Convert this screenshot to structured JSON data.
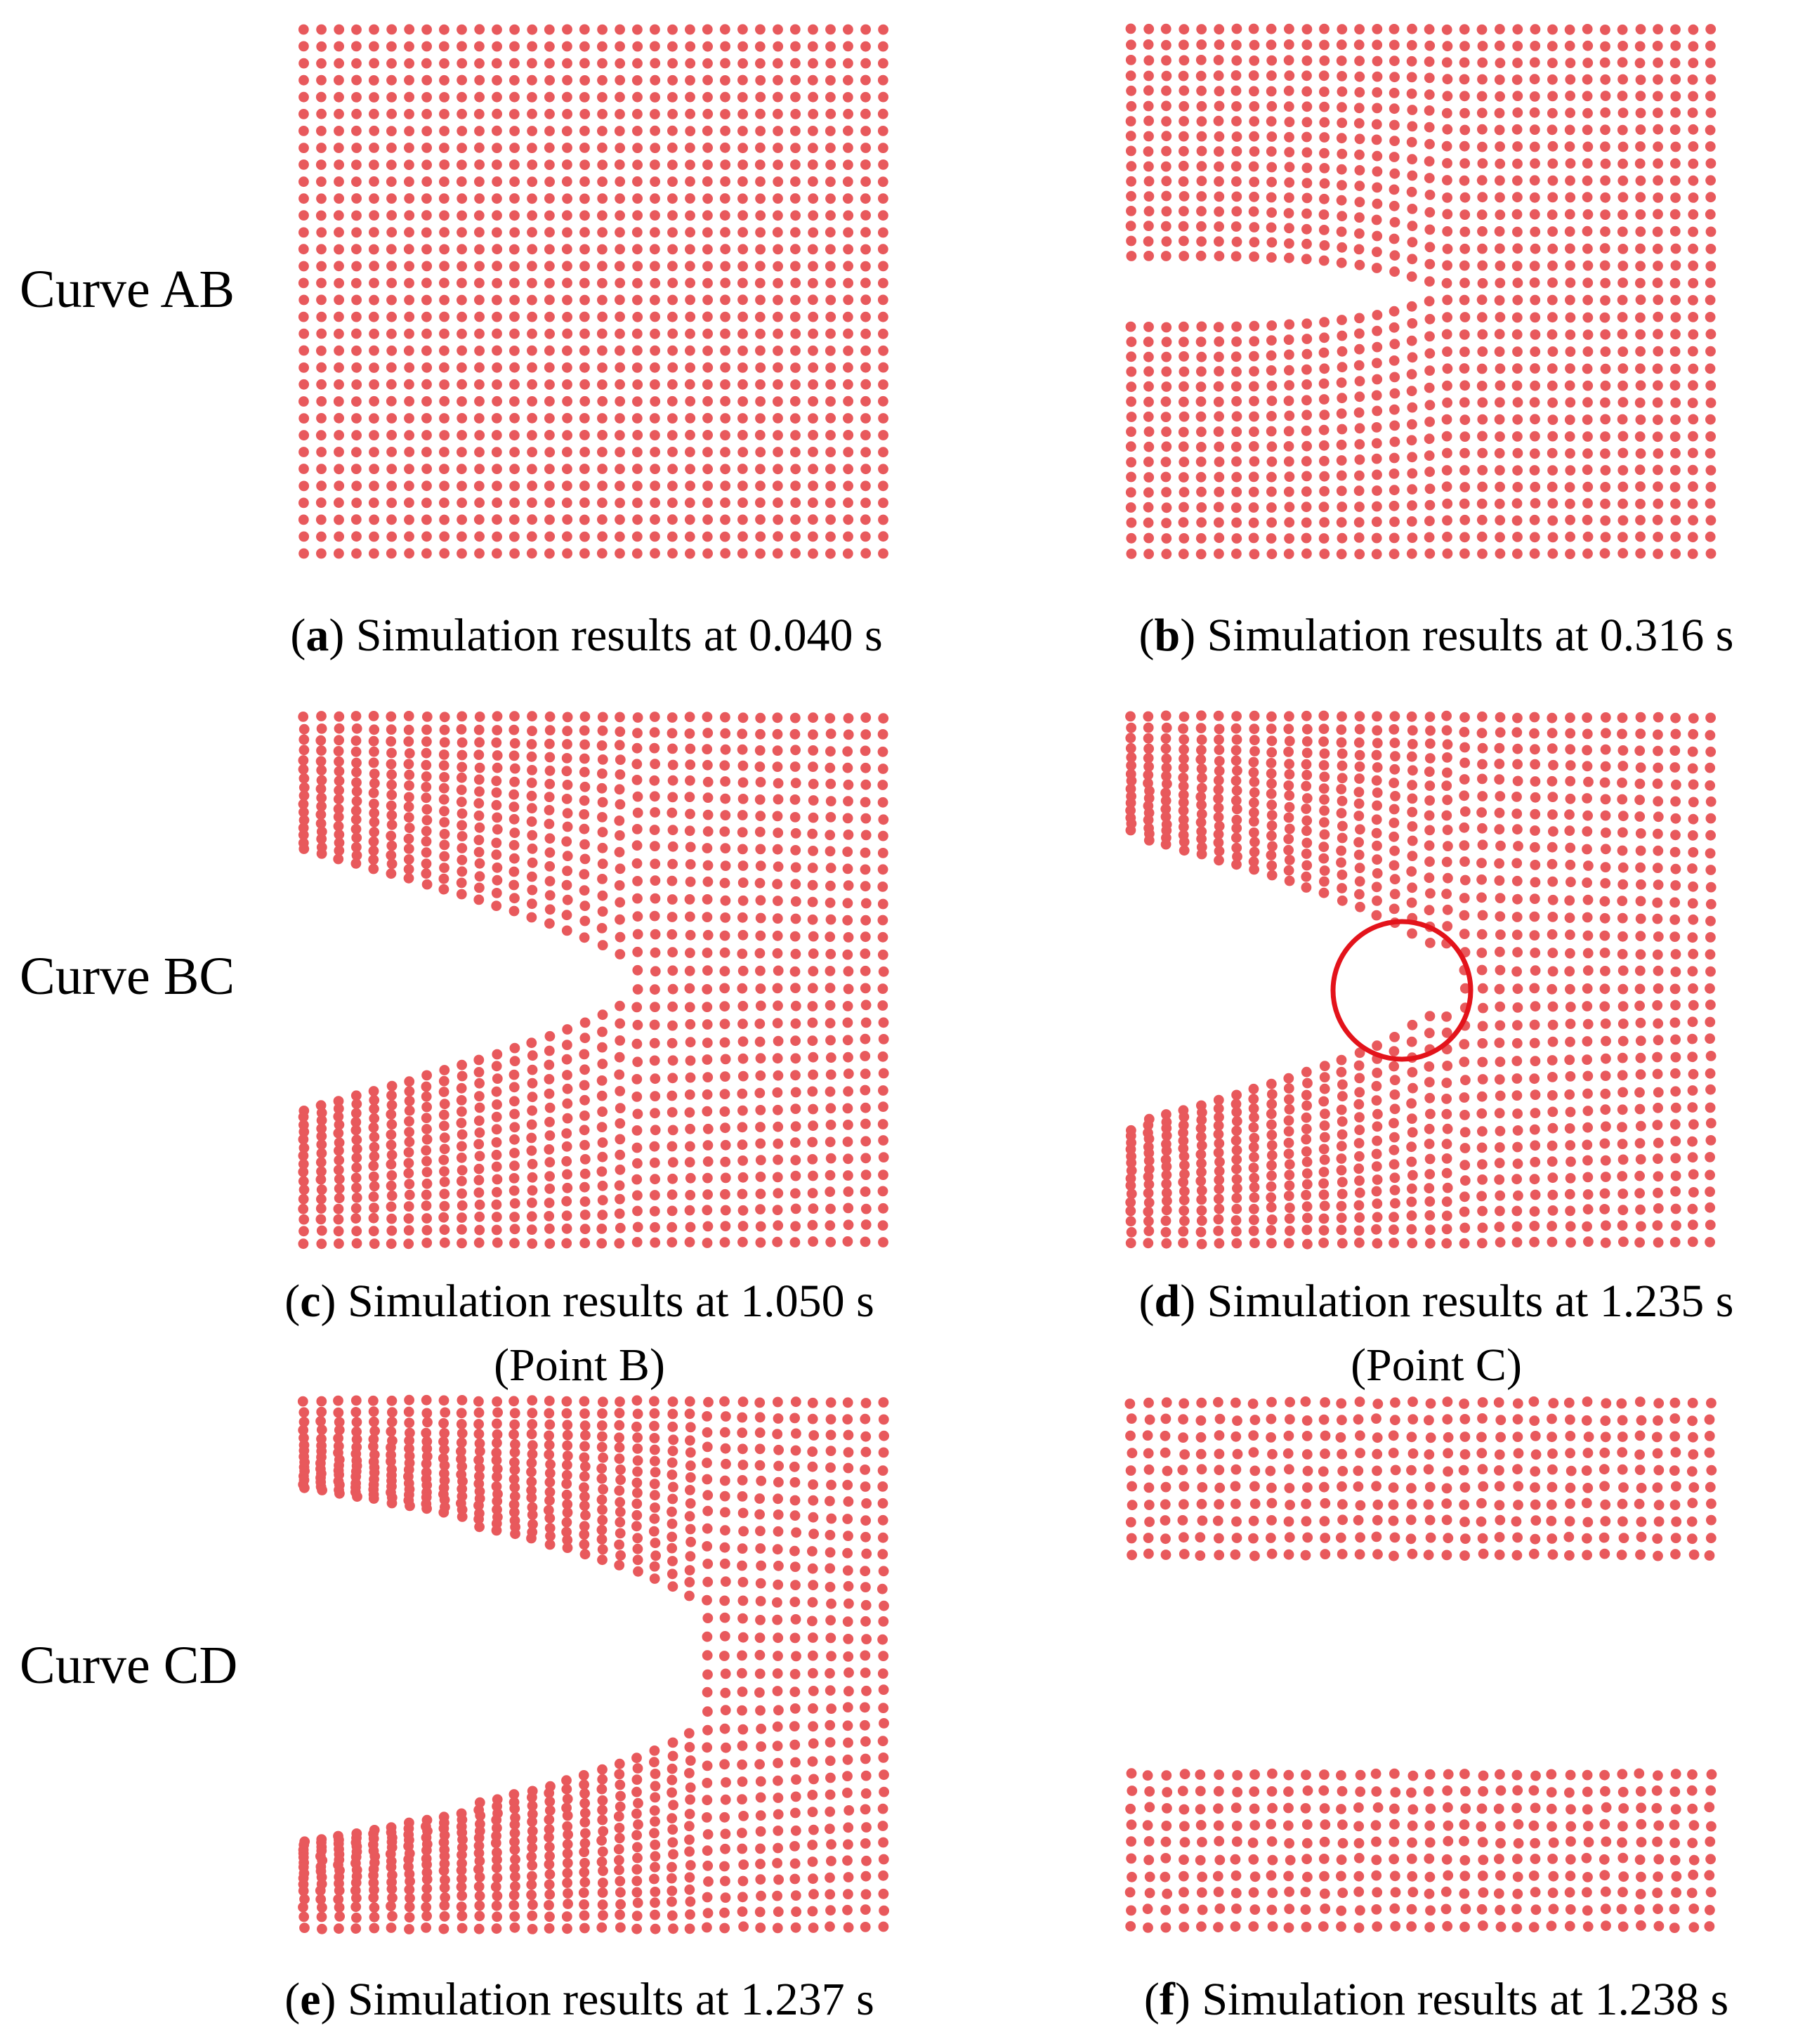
{
  "figure": {
    "particle_color": "#e8595c",
    "highlight_color": "#e3131b",
    "rows": [
      {
        "label": "Curve AB"
      },
      {
        "label": "Curve BC"
      },
      {
        "label": "Curve CD"
      }
    ],
    "panels": [
      {
        "letter": "a",
        "text": "Simulation results at  0.040 s",
        "note": "",
        "state": "intact"
      },
      {
        "letter": "b",
        "text": "Simulation results at  0.316 s",
        "note": "",
        "state": "notch"
      },
      {
        "letter": "c",
        "text": "Simulation results at  1.050 s",
        "note": "(Point B)",
        "state": "necking"
      },
      {
        "letter": "d",
        "text": "Simulation results at  1.235 s",
        "note": "(Point C)",
        "state": "necking-circled"
      },
      {
        "letter": "e",
        "text": "Simulation results at  1.237 s",
        "note": "",
        "state": "thin-neck"
      },
      {
        "letter": "f",
        "text": "Simulation results at  1.238 s",
        "note": "",
        "state": "fractured"
      }
    ]
  }
}
